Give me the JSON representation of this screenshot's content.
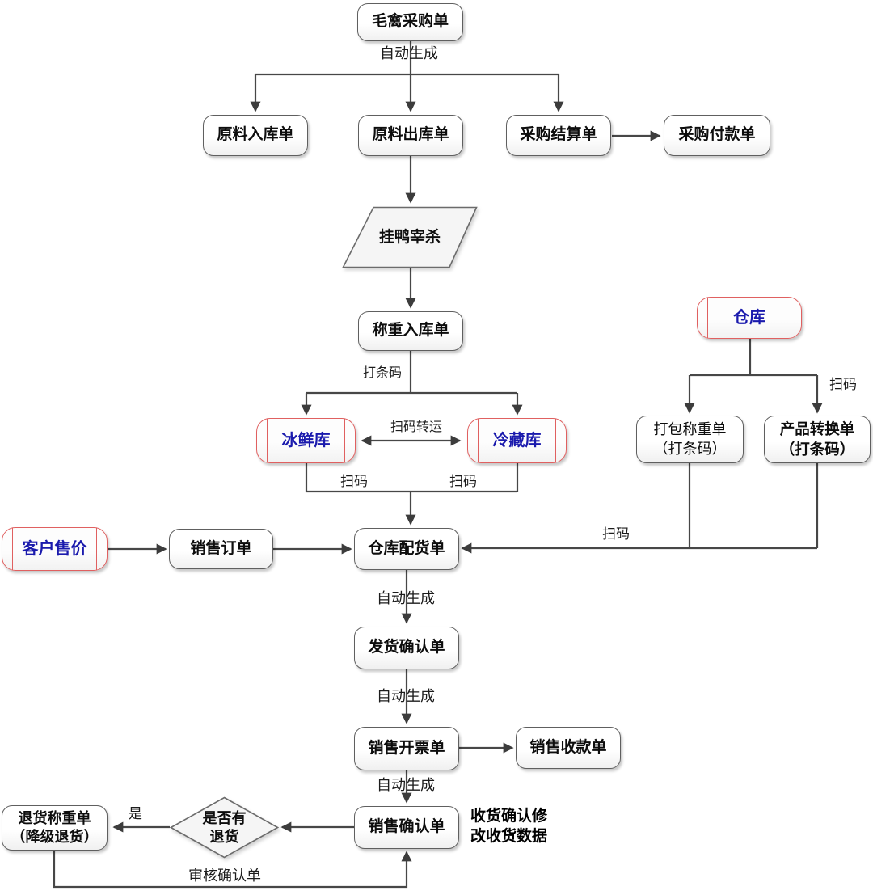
{
  "colors": {
    "line": "#474747",
    "box_border": "#5f5f5f",
    "cylinder_border": "#e06060",
    "cylinder_text": "#1a1aad",
    "text": "#0d0d0d"
  },
  "nodes": {
    "raw_poultry_purchase": {
      "label": "毛禽采购单"
    },
    "material_inbound": {
      "label": "原料入库单"
    },
    "material_outbound": {
      "label": "原料出库单"
    },
    "purchase_settlement": {
      "label": "采购结算单"
    },
    "purchase_payment": {
      "label": "采购付款单"
    },
    "duck_slaughter": {
      "label": "挂鸭宰杀"
    },
    "weigh_inbound": {
      "label": "称重入库单"
    },
    "fresh_store": {
      "label": "冰鲜库"
    },
    "cold_store": {
      "label": "冷藏库"
    },
    "warehouse": {
      "label": "仓库"
    },
    "pack_weigh": {
      "label": "打包称重单\n（打条码）"
    },
    "product_convert": {
      "label": "产品转换单\n（打条码）"
    },
    "customer_price": {
      "label": "客户售价"
    },
    "sales_order": {
      "label": "销售订单"
    },
    "warehouse_dispatch": {
      "label": "仓库配货单"
    },
    "delivery_confirm": {
      "label": "发货确认单"
    },
    "sales_invoice": {
      "label": "销售开票单"
    },
    "sales_receipt": {
      "label": "销售收款单"
    },
    "sales_confirm": {
      "label": "销售确认单"
    },
    "return_decision": {
      "label": "是否有\n退货"
    },
    "return_weigh": {
      "label": "退货称重单\n（降级退货）"
    }
  },
  "labels": {
    "auto_generate_top": "自动生成",
    "print_barcode": "打条码",
    "scan_transfer": "扫码转运",
    "scan_fresh": "扫码",
    "scan_cold": "扫码",
    "scan_warehouse": "扫码",
    "scan_dispatch": "扫码",
    "auto_generate_1": "自动生成",
    "auto_generate_2": "自动生成",
    "auto_generate_3": "自动生成",
    "yes": "是",
    "audit_confirm": "审核确认单"
  },
  "notes": {
    "receipt_note": "收货确认修\n改收货数据"
  }
}
